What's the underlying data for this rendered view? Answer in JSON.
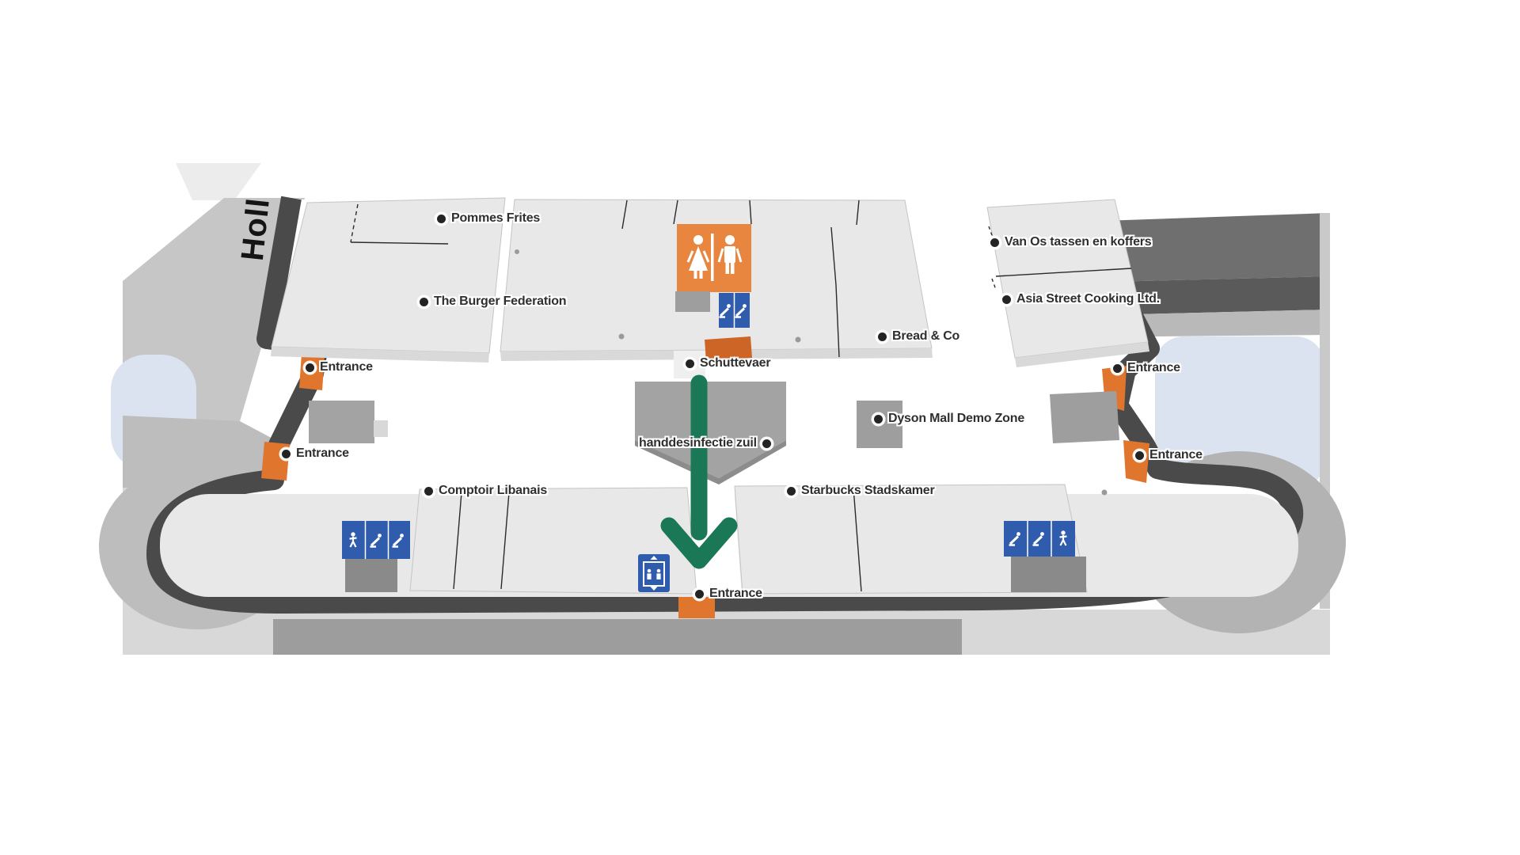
{
  "title": "Indoor mall floor map",
  "street": {
    "name": "Holl"
  },
  "labels": {
    "pommes": "Pommes Frites",
    "burger": "The Burger Federation",
    "schuttevaer": "Schuttevaer",
    "bread": "Bread & Co",
    "vanos": "Van Os tassen en koffers",
    "asia": "Asia Street Cooking Ltd.",
    "dyson": "Dyson Mall Demo Zone",
    "hand": "handdesinfectie zuil",
    "comptoir": "Comptoir Libanais",
    "starbucks": "Starbucks Stadskamer",
    "entrance": "Entrance"
  },
  "icons": {
    "toilets": "toilets-wc-icon",
    "escalator": "escalator-icon",
    "pedestrian": "pedestrian-icon",
    "elevator": "elevator-icon",
    "route_arrow": "route-arrow-down"
  },
  "colors": {
    "entrance_orange": "#e0762e",
    "toilet_orange": "#e8863f",
    "icon_blue": "#2f5cad",
    "arrow_green": "#1b7856",
    "water_blue": "#dbe3f1",
    "wall_dark": "#4a4a4a",
    "shop_fill": "#e8e8e8",
    "street_gray": "#c6c6c6"
  }
}
